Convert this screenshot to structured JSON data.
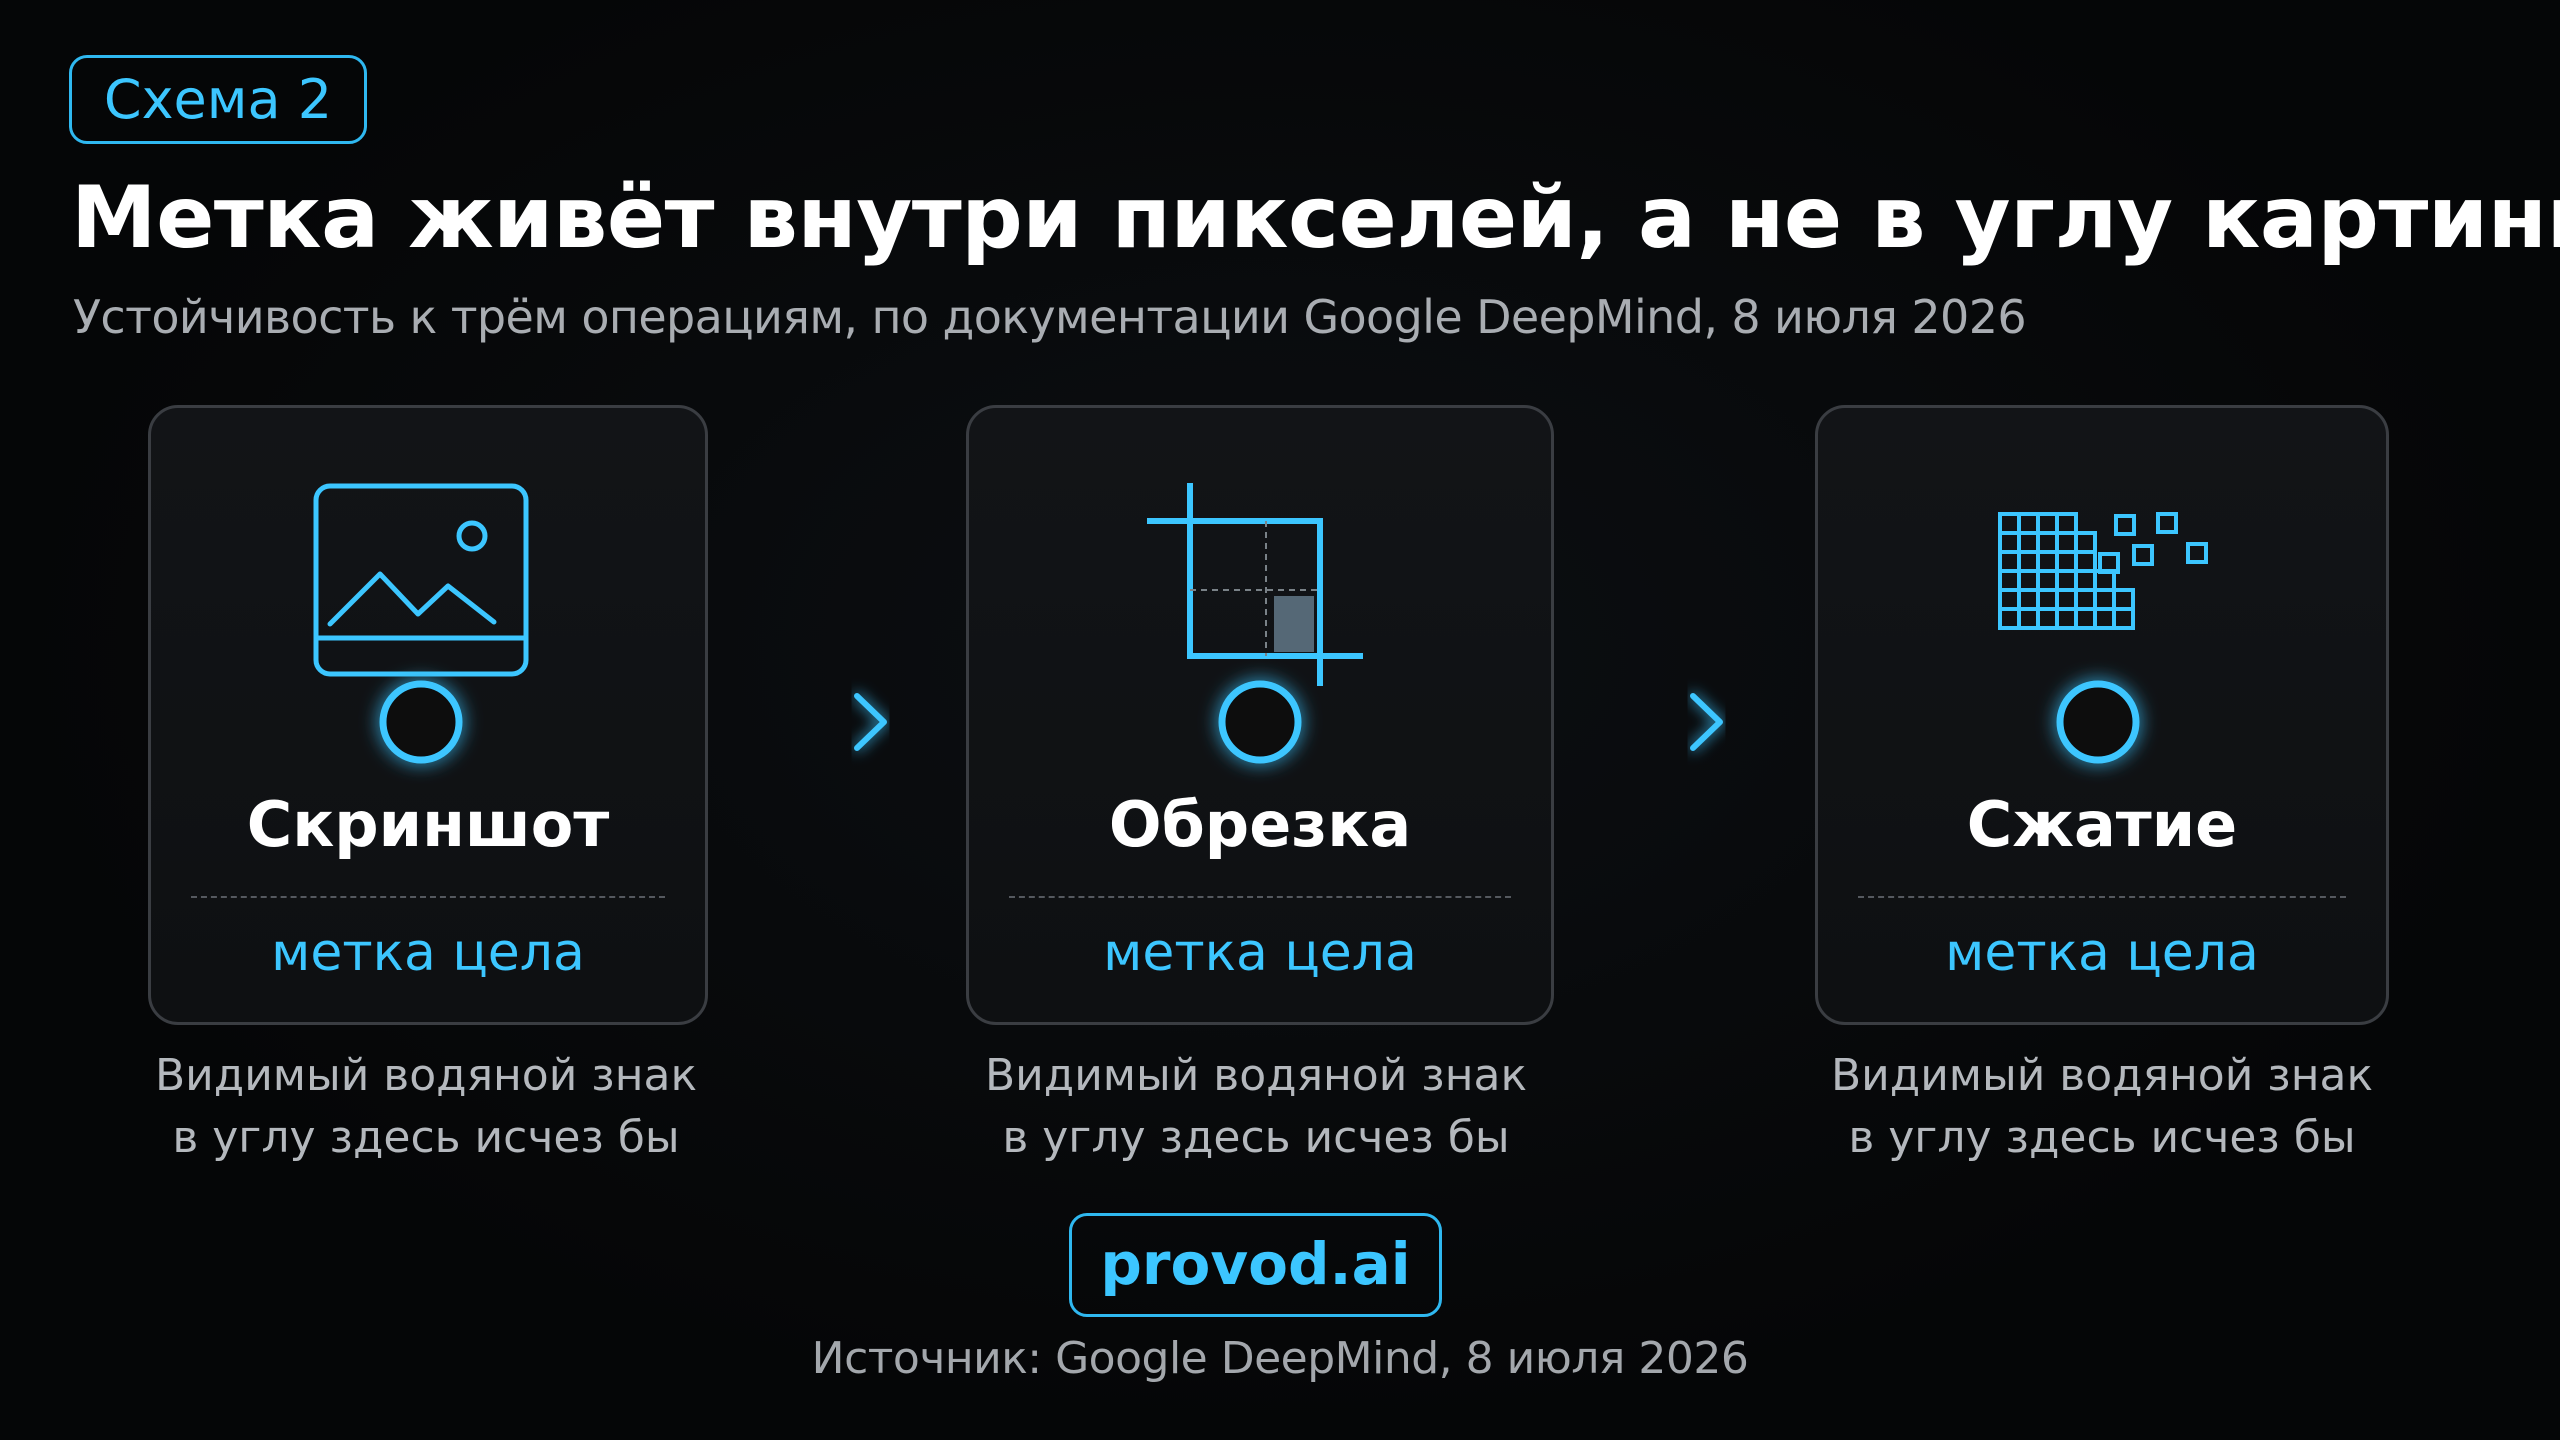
{
  "badge": "Схема 2",
  "title": "Метка живёт внутри пикселей, а не в углу картинки",
  "subtitle": "Устойчивость к трём операциям, по документации Google DeepMind, 8 июля 2026",
  "steps": [
    {
      "icon": "image-icon",
      "label": "Скриншот",
      "status": "метка цела",
      "note_line1": "Видимый водяной знак",
      "note_line2": "в углу здесь исчез бы"
    },
    {
      "icon": "crop-icon",
      "label": "Обрезка",
      "status": "метка цела",
      "note_line1": "Видимый водяной знак",
      "note_line2": "в углу здесь исчез бы"
    },
    {
      "icon": "compression-grid-icon",
      "label": "Сжатие",
      "status": "метка цела",
      "note_line1": "Видимый водяной знак",
      "note_line2": "в углу здесь исчез бы"
    }
  ],
  "brand": "provod.ai",
  "source": "Источник: Google DeepMind, 8 июля 2026",
  "colors": {
    "accent": "#3cc6ff",
    "background": "#050607",
    "card_border": "#3a3d42"
  }
}
